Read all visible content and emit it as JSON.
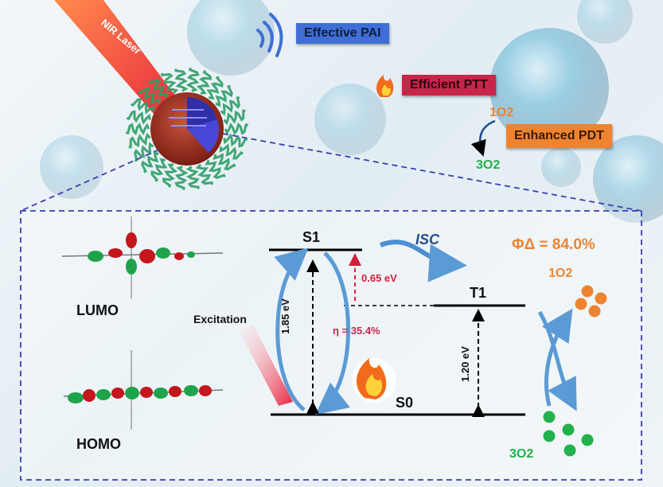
{
  "laser_label": "NIR Laser",
  "effects": {
    "pai": "Effective PAI",
    "ptt": "Efficient PTT",
    "pdt": "Enhanced PDT"
  },
  "top_cycle": {
    "singlet_oxygen": "1O2",
    "triplet_oxygen": "3O2"
  },
  "orbitals": {
    "lumo": "LUMO",
    "homo": "HOMO"
  },
  "excitation_label": "Excitation",
  "energy_levels": {
    "s1": "S1",
    "s0": "S0",
    "t1": "T1"
  },
  "energy_values": {
    "s1_s0_gap": "1.85 eV",
    "s1_t1_gap": "0.65 eV",
    "t1_s0_gap": "1.20 eV"
  },
  "isc_label": "ISC",
  "photothermal_efficiency": "η = 35.4%",
  "quantum_yield": "ΦΔ = 84.0%",
  "oxygen_labels": {
    "singlet": "1O2",
    "triplet": "3O2"
  },
  "colors": {
    "frame_dash": "#3a3fb0",
    "orange_accent": "#ee8430",
    "green_accent": "#22b14c",
    "red_accent": "#d11f3a",
    "arrow_blue": "#5b9bd5"
  }
}
